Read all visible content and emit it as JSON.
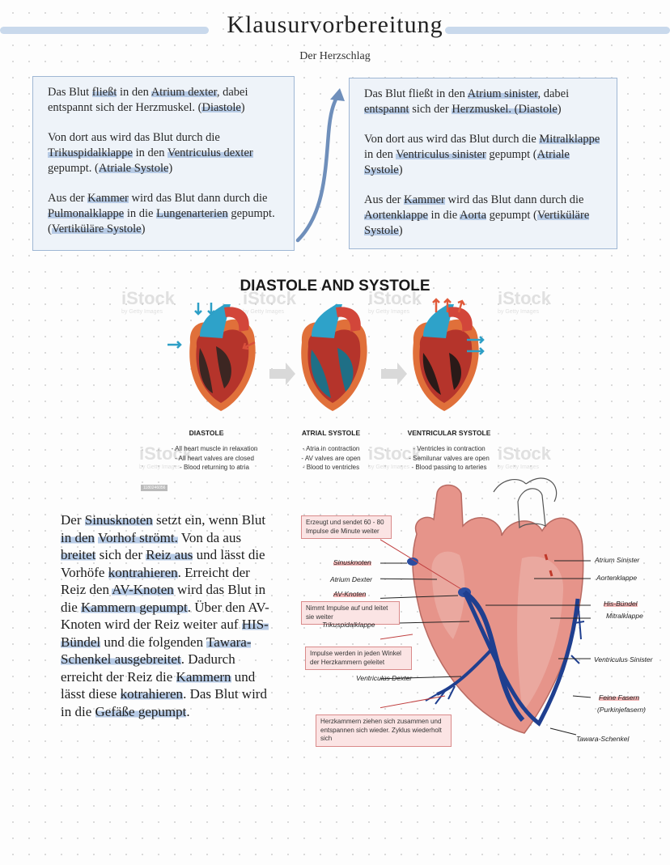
{
  "header": {
    "title": "Klausurvorbereitung",
    "subtitle": "Der Herzschlag"
  },
  "left_box": [
    [
      "Das Blut ",
      {
        "h": "fließt"
      },
      " in den ",
      {
        "h": "Atrium dexter"
      },
      ", dabei entspannt sich der Herzmuskel. (",
      {
        "h": "Diastole"
      },
      ")"
    ],
    [
      "Von dort aus wird das Blut durch die ",
      {
        "h": "Trikuspidalklappe"
      },
      " in den ",
      {
        "h": "Ventriculus dexter"
      },
      " gepumpt. (",
      {
        "h": "Atriale Systole"
      },
      ")"
    ],
    [
      "Aus der ",
      {
        "h": "Kammer"
      },
      " wird das Blut dann durch die ",
      {
        "h": "Pulmonalklappe"
      },
      " in die ",
      {
        "h": "Lungenarterien"
      },
      " gepumpt. (",
      {
        "h": "Vertiküläre Systole"
      },
      ")"
    ]
  ],
  "right_box": [
    [
      "Das Blut fließt in den ",
      {
        "h": "Atrium sinister"
      },
      ", dabei ",
      {
        "h": "entspannt"
      },
      " sich der ",
      {
        "h": "Herzmuskel. (Diastole"
      },
      ")"
    ],
    [
      "Von dort aus wird das Blut durch die ",
      {
        "h": "Mitralklappe"
      },
      " in den ",
      {
        "h": "Ventriculus sinister"
      },
      " gepumpt (",
      {
        "h": "Atriale Systole"
      },
      ")"
    ],
    [
      "Aus der ",
      {
        "h": "Kammer"
      },
      " wird das Blut dann durch die ",
      {
        "h": "Aortenklappe"
      },
      " in die ",
      {
        "h": "Aorta"
      },
      " gepumpt (",
      {
        "h": "Vertiküläre Systole"
      },
      ")"
    ]
  ],
  "figure": {
    "title": "DIASTOLE AND SYSTOLE",
    "stages": [
      {
        "label": "DIASTOLE",
        "desc": [
          "- All heart muscle in relaxation",
          "- All heart valves are closed",
          "- Blood returning to atria"
        ]
      },
      {
        "label": "ATRIAL SYSTOLE",
        "desc": [
          "- Atria in contraction",
          "- AV valves are open",
          "- Blood to ventricles"
        ]
      },
      {
        "label": "VENTRICULAR SYSTOLE",
        "desc": [
          "- Ventricles in contraction",
          "- Semilunar valves are open",
          "- Blood passing to arteries"
        ]
      }
    ],
    "watermark": "iStock",
    "watermark_sub": "by Getty Images",
    "stock_id": "1180246056"
  },
  "paragraph": [
    "Der ",
    {
      "h": "Sinusknoten"
    },
    " setzt ein, wenn Blut ",
    {
      "h": "in den"
    },
    " ",
    {
      "h": "Vorhof strömt."
    },
    " Von da aus ",
    {
      "h": "breitet"
    },
    " sich der ",
    {
      "h": "Reiz aus"
    },
    " und lässt die Vorhöfe ",
    {
      "h": "kontrahieren"
    },
    ". Erreicht der Reiz den ",
    {
      "h": "AV-Knoten"
    },
    " wird das Blut in die ",
    {
      "h": "Kammern gepumpt"
    },
    ". Über den AV-Knoten wird der Reiz weiter auf ",
    {
      "h": "HIS-Bündel"
    },
    " und die folgenden ",
    {
      "h": "Tawara-Schenkel ausgebreitet"
    },
    ". Dadurch erreicht der Reiz die ",
    {
      "h": "Kammern"
    },
    " und lässt diese ",
    {
      "h": "kotrahieren"
    },
    ". Das Blut wird in die ",
    {
      "h": "Gefäße gepumpt"
    },
    "."
  ],
  "heart_diagram": {
    "notes": [
      "Erzeugt und sendet 60 - 80 Impulse die Minute weiter",
      "Nimmt Impulse auf und leitet sie weiter",
      "Impulse werden in jeden Winkel der Herzkammern geleitet",
      "Herzkammern ziehen sich zusammen und entspannen sich wieder. Zyklus wiederholt sich"
    ],
    "labels_left": [
      "Sinusknoten",
      "Atrium Dexter",
      "AV-Knoten",
      "Trikuspidalklappe",
      "Ventriculus Dexter"
    ],
    "labels_right": [
      "Atrium Sinister",
      "Aortenklappe",
      "His-Bündel",
      "Mitralklappe",
      "Ventriculus Sinister",
      "Feine Fasern",
      "(Purkinjefasern)",
      "Tawara-Schenkel"
    ]
  },
  "colors": {
    "highlight_blue": "#b7cbe6",
    "highlight_red": "#f3b6b6",
    "box_bg": "#eef3f9",
    "box_border": "#9fb7d4",
    "arrow": "#6f8fbb",
    "heart_fill": "#e6948a",
    "conduction": "#1f3f8f"
  }
}
